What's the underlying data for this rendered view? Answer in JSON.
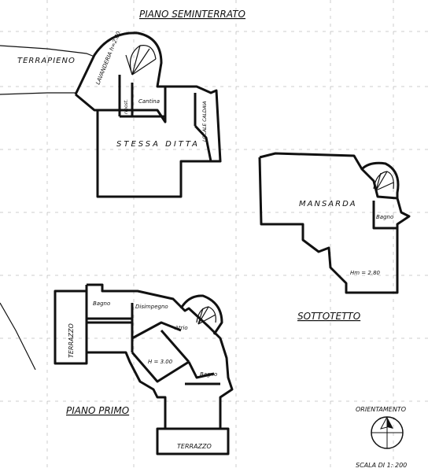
{
  "headings": {
    "seminterrato": "PIANO SEMINTERRATO",
    "sottotetto": "SOTTOTETTO",
    "primo": "PIANO PRIMO"
  },
  "seminterrato_rooms": {
    "terrapieno": "TERRAPIENO",
    "lavanderia": "LAVANDERIA h=2.80",
    "cantina": "Cantina",
    "ripostiglio": "ripost.",
    "stessa_ditta": "STESSA DITTA",
    "locale_caldaia": "LOCALE CALDAIA"
  },
  "sottotetto_rooms": {
    "mansarda": "MANSARDA",
    "bagno": "Bagno",
    "height": "Hm = 2.80"
  },
  "primo_rooms": {
    "terrazzo_side": "TERRAZZO",
    "bagno_left": "Bagno",
    "disimpegno": "Disimpegno",
    "atrio": "Atrio",
    "height": "H = 3.00",
    "bagno_right": "Bagno",
    "terrazzo_bottom": "TERRAZZO"
  },
  "legend": {
    "orientamento": "ORIENTAMENTO",
    "scala": "SCALA DI 1: 200"
  }
}
